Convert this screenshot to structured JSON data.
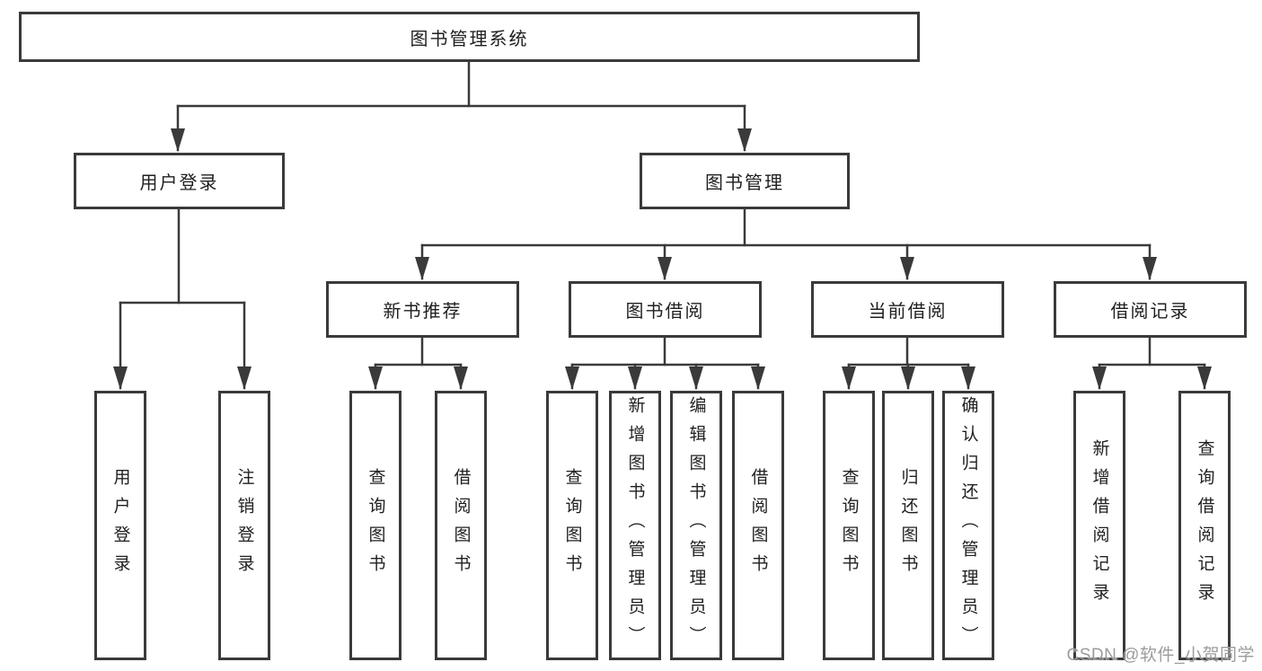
{
  "diagram": {
    "root": "图书管理系统",
    "level2": [
      "用户登录",
      "图书管理"
    ],
    "level3": [
      "新书推荐",
      "图书借阅",
      "当前借阅",
      "借阅记录"
    ],
    "leaves_login": [
      "用户登录",
      "注销登录"
    ],
    "leaves_recommend": [
      "查询图书",
      "借阅图书"
    ],
    "leaves_borrow": [
      "查询图书",
      "新增图书（管理员）",
      "编辑图书（管理员）",
      "借阅图书"
    ],
    "leaves_current": [
      "查询图书",
      "归还图书",
      "确认归还（管理员）"
    ],
    "leaves_records": [
      "新增借阅记录",
      "查询借阅记录"
    ]
  },
  "watermark": "CSDN @软件_小贺同学",
  "colors": {
    "line": "#3a3a3a",
    "border": "#3a3a3a",
    "text": "#1f1f1f",
    "background": "#ffffff",
    "watermark": "#9c9c9c"
  }
}
